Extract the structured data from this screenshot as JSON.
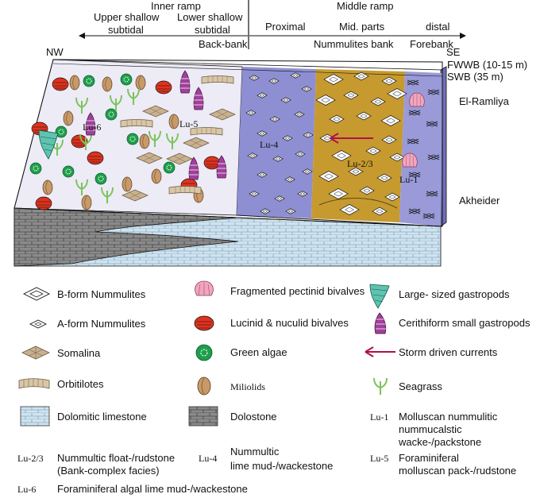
{
  "header": {
    "inner_ramp": "Inner ramp",
    "upper_shallow": "Upper shallow",
    "subtidal_1": "subtidal",
    "lower_shallow": "Lower shallow",
    "subtidal_2": "subtidal",
    "back_bank": "Back-bank",
    "middle_ramp": "Middle ramp",
    "proximal": "Proximal",
    "mid_parts": "Mid. parts",
    "distal": "distal",
    "nummulites_bank": "Nummulites bank",
    "forebank": "Forebank"
  },
  "block": {
    "nw": "NW",
    "se": "SE",
    "fwwb": "FWWB (10-15 m)",
    "swb": "SWB (35 m)",
    "el_ramliya": "El-Ramliya",
    "akheider": "Akheider",
    "lu6": "Lu-6",
    "lu5": "Lu-5",
    "lu4": "Lu-4",
    "lu23": "Lu-2/3",
    "lu1": "Lu-1"
  },
  "legend": {
    "b_form": "B-form Nummulites",
    "a_form": "A-form Nummulites",
    "somalina": "Somalina",
    "orbitolites": "Orbitilotes",
    "dolomitic_limestone": "Dolomitic limestone",
    "fragmented_pectinid": "Fragmented pectinid bivalves",
    "lucinid": "Lucinid & nuculid bivalves",
    "green_algae": "Green algae",
    "miliolids": "Miliolids",
    "dolostone": "Dolostone",
    "large_gastropods": "Large- sized gastropods",
    "cerithiform": "Cerithiform small gastropods",
    "storm_currents": "Storm driven currents",
    "seagrass": "Seagrass",
    "lu1_code": "Lu-1",
    "lu1_line1": "Molluscan nummulitic",
    "lu1_line2": "nummucalstic",
    "lu1_line3": "wacke-/packstone",
    "lu23_code": "Lu-2/3",
    "lu23_line1": "Nummultic float-/rudstone",
    "lu23_line2": "(Bank-complex facies)",
    "lu4_code": "Lu-4",
    "lu4_line1": "Nummultic",
    "lu4_line2": "lime mud-/wackestone",
    "lu5_code": "Lu-5",
    "lu5_line1": "Foraminiferal",
    "lu5_line2": "molluscan pack-/rudstone",
    "lu6_code": "Lu-6",
    "lu6_line1": "Foraminiferal algal lime mud-/wackestone"
  },
  "colors": {
    "inner_zone": "#ecebf6",
    "proximal_zone": "#8e8fd2",
    "bank_zone": "#c69a2e",
    "distal_zone": "#9a9ad8",
    "limestone": "#cfe3ef",
    "dolostone": "#8a8a8a",
    "storm_arrow": "#b0104a",
    "seagrass": "#7cc35a",
    "green_algae": "#1e9e4a",
    "lucinid": "#e0321e",
    "miliolid": "#c89a6a",
    "gastropod_large": "#5fc3b0",
    "gastropod_small": "#a0409a",
    "pectinid": "#f2a6bd",
    "somalina": "#c9b08f"
  }
}
